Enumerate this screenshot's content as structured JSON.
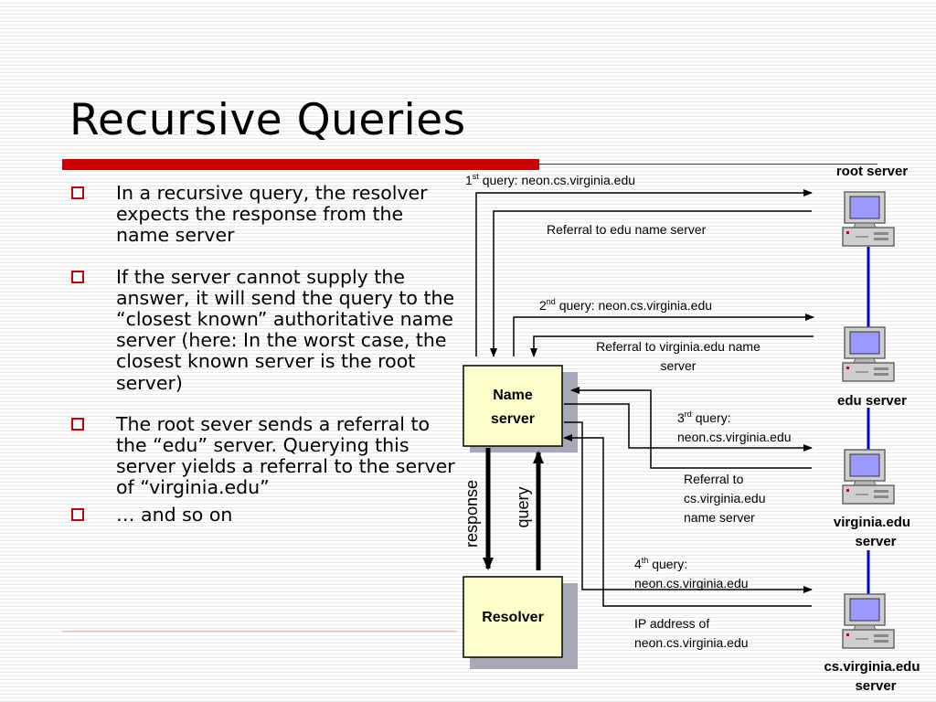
{
  "slide": {
    "title": "Recursive Queries"
  },
  "bullets": [
    "In a recursive query, the resolver expects the response from the name server",
    "If the server cannot supply the answer, it will send the query to the “closest known” authoritative name server (here: In the worst case, the closest known server is the root server)",
    "The root sever sends a referral to the “edu” server. Querying this server yields a referral to the server of “virginia.edu”",
    "… and so on"
  ],
  "diagram": {
    "name_server": [
      "Name",
      "server"
    ],
    "resolver": "Resolver",
    "response_label": "response",
    "query_label": "query",
    "servers": {
      "root": [
        "root server"
      ],
      "edu": [
        "edu server"
      ],
      "virginia": [
        "virginia.edu",
        "server"
      ],
      "cs": [
        "cs.virginia.edu",
        "server"
      ]
    },
    "messages": {
      "q1": {
        "ordinal": "1",
        "suffix": "st",
        "text": " query: neon.cs.virginia.edu"
      },
      "r1": "Referral to edu name server",
      "q2": {
        "ordinal": "2",
        "suffix": "nd",
        "text": " query: neon.cs.virginia.edu"
      },
      "r2": [
        "Referral to virginia.edu name",
        "server"
      ],
      "q3": {
        "ordinal": "3",
        "suffix": "rd",
        "text": " query:",
        "line2": "neon.cs.virginia.edu"
      },
      "r3": [
        "Referral to",
        "cs.virginia.edu",
        "name server"
      ],
      "q4": {
        "ordinal": "4",
        "suffix": "th",
        "text": " query:",
        "line2": "neon.cs.virginia.edu"
      },
      "r4": [
        "IP address of",
        "neon.cs.virginia.edu"
      ]
    }
  },
  "colors": {
    "title_bar": "#cc0000",
    "bullet": "#cc0000",
    "box_fill": "#ffffcc",
    "connector": "#0000cc"
  }
}
